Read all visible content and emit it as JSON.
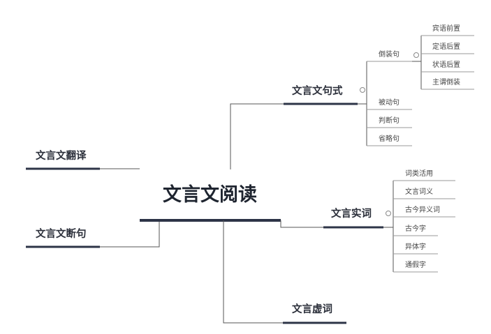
{
  "center": "文言文阅读",
  "branches": {
    "translate": "文言文翻译",
    "punctuate": "文言文断句",
    "sentence": "文言文句式",
    "content": "文言实词",
    "function": "文言虚词"
  },
  "sentence_types": {
    "inverted": "倒装句",
    "passive": "被动句",
    "judgment": "判断句",
    "omission": "省略句"
  },
  "inverted_types": [
    "宾语前置",
    "定语后置",
    "状语后置",
    "主谓倒装"
  ],
  "content_word_types": [
    "词类活用",
    "文言词义",
    "古今异义词",
    "古今字",
    "异体字",
    "通假字"
  ],
  "colors": {
    "connector": "#555555",
    "branch_underline": "#2d3447",
    "leaf_underline": "#9a9a9a"
  }
}
